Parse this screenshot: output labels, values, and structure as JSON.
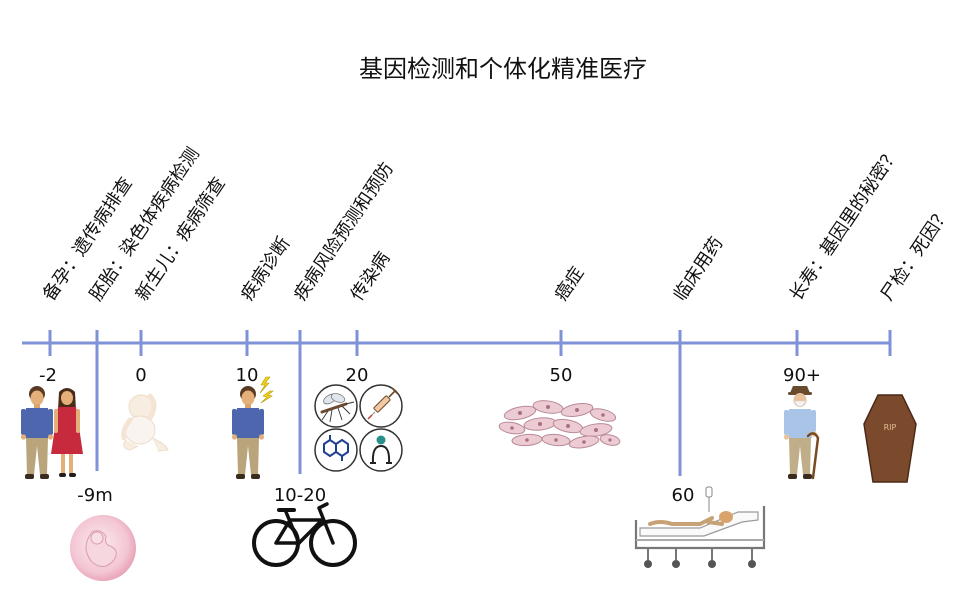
{
  "title": "基因检测和个体化精准医疗",
  "stages": [
    {
      "label": "备孕：遗传病排查",
      "time": "-2"
    },
    {
      "label": "胚胎：染色体疾病检测",
      "time": "-9m"
    },
    {
      "label": "新生儿：疾病筛查",
      "time": "0"
    },
    {
      "label": "疾病诊断",
      "time": "10"
    },
    {
      "label": "疾病风险预测和预防",
      "time": "10-20"
    },
    {
      "label": "传染病",
      "time": "20"
    },
    {
      "label": "癌症",
      "time": "50"
    },
    {
      "label": "临床用药",
      "time": "60"
    },
    {
      "label": "长寿：基因里的秘密？",
      "time": "90+"
    },
    {
      "label": "尸检：死因？"
    }
  ],
  "coffin_text": "RIP",
  "colors": {
    "timeline": "#7f92d8",
    "shirt_blue": "#4e66ad",
    "dress_red": "#c62a3c",
    "coffin_brown": "#7b4a2c"
  },
  "icons": [
    "couple-icon",
    "embryo-icon",
    "baby-icon",
    "sick-man-icon",
    "bicycle-icon",
    "mosquito-icon",
    "syringe-icon",
    "molecule-icon",
    "stethoscope-icon",
    "cells-icon",
    "hospital-bed-icon",
    "old-man-icon",
    "coffin-icon"
  ]
}
